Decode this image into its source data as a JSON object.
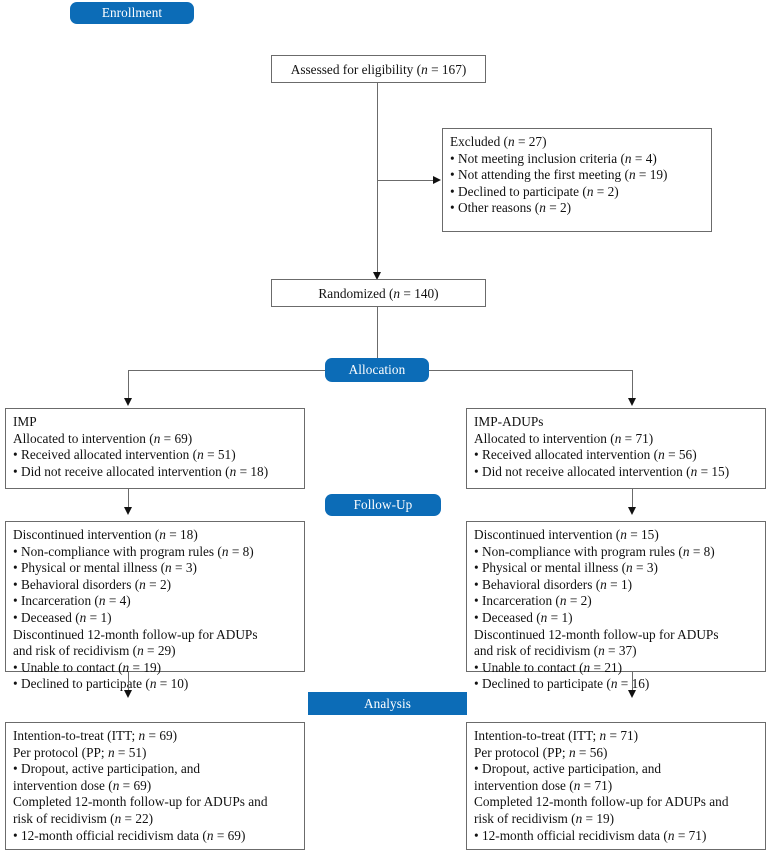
{
  "diagram": {
    "title": "CONSORT participant flow diagram",
    "accent_color": "#0c6cb7",
    "box_border_color": "#6b6b6b",
    "stages": {
      "enrollment": "Enrollment",
      "allocation": "Allocation",
      "followup": "Follow-Up",
      "analysis": "Analysis"
    },
    "boxes": {
      "assessed": "Assessed for eligibility (n = 167)",
      "excluded": "Excluded (n = 27)\n• Not meeting inclusion criteria (n = 4)\n• Not attending the first meeting (n = 19)\n• Declined to participate (n = 2)\n• Other reasons (n = 2)",
      "randomized": "Randomized (n = 140)",
      "alloc_left": "IMP\nAllocated to intervention (n = 69)\n• Received allocated intervention (n = 51)\n• Did not receive allocated intervention (n = 18)",
      "alloc_right": "IMP-ADUPs\nAllocated to intervention (n = 71)\n• Received allocated intervention (n = 56)\n• Did not receive allocated intervention (n = 15)",
      "follow_left": "Discontinued intervention (n = 18)\n• Non-compliance with program rules (n = 8)\n• Physical or mental illness (n = 3)\n• Behavioral disorders (n = 2)\n• Incarceration (n = 4)\n• Deceased (n = 1)\nDiscontinued 12-month follow-up for ADUPs\nand risk of recidivism (n = 29)\n• Unable to contact (n = 19)\n• Declined to participate (n = 10)",
      "follow_right": "Discontinued intervention (n = 15)\n• Non-compliance with program rules (n = 8)\n• Physical or mental illness (n = 3)\n• Behavioral disorders (n = 1)\n• Incarceration (n = 2)\n• Deceased (n = 1)\nDiscontinued 12-month follow-up for ADUPs\nand risk of recidivism (n = 37)\n• Unable to contact (n = 21)\n• Declined to participate (n = 16)",
      "analysis_left": "Intention-to-treat (ITT; n = 69)\nPer protocol (PP; n = 51)\n• Dropout, active participation, and\nintervention dose (n = 69)\nCompleted 12-month follow-up for ADUPs and\nrisk of recidivism (n = 22)\n• 12-month official recidivism data (n = 69)",
      "analysis_right": "Intention-to-treat (ITT; n = 71)\nPer protocol (PP; n = 56)\n• Dropout, active participation, and\nintervention dose (n = 71)\nCompleted 12-month follow-up for ADUPs and\nrisk of recidivism (n = 19)\n• 12-month official recidivism data (n = 71)"
    },
    "counts": {
      "assessed_n": 167,
      "excluded_n": 27,
      "excluded_not_meeting_inclusion_n": 4,
      "excluded_not_attending_first_meeting_n": 19,
      "excluded_declined_n": 2,
      "excluded_other_n": 2,
      "randomized_n": 140,
      "imp_allocated_n": 69,
      "imp_received_n": 51,
      "imp_not_received_n": 18,
      "impadups_allocated_n": 71,
      "impadups_received_n": 56,
      "impadups_not_received_n": 15,
      "imp_discontinued_n": 18,
      "imp_noncompliance_n": 8,
      "imp_illness_n": 3,
      "imp_behavioral_n": 2,
      "imp_incarceration_n": 4,
      "imp_deceased_n": 1,
      "imp_disc_12mo_n": 29,
      "imp_unable_contact_n": 19,
      "imp_declined_n": 10,
      "impadups_discontinued_n": 15,
      "impadups_noncompliance_n": 8,
      "impadups_illness_n": 3,
      "impadups_behavioral_n": 1,
      "impadups_incarceration_n": 2,
      "impadups_deceased_n": 1,
      "impadups_disc_12mo_n": 37,
      "impadups_unable_contact_n": 21,
      "impadups_declined_n": 16,
      "imp_itt_n": 69,
      "imp_pp_n": 51,
      "imp_dose_n": 69,
      "imp_completed_12mo_n": 22,
      "imp_official_recidivism_n": 69,
      "impadups_itt_n": 71,
      "impadups_pp_n": 56,
      "impadups_dose_n": 71,
      "impadups_completed_12mo_n": 19,
      "impadups_official_recidivism_n": 71
    }
  }
}
